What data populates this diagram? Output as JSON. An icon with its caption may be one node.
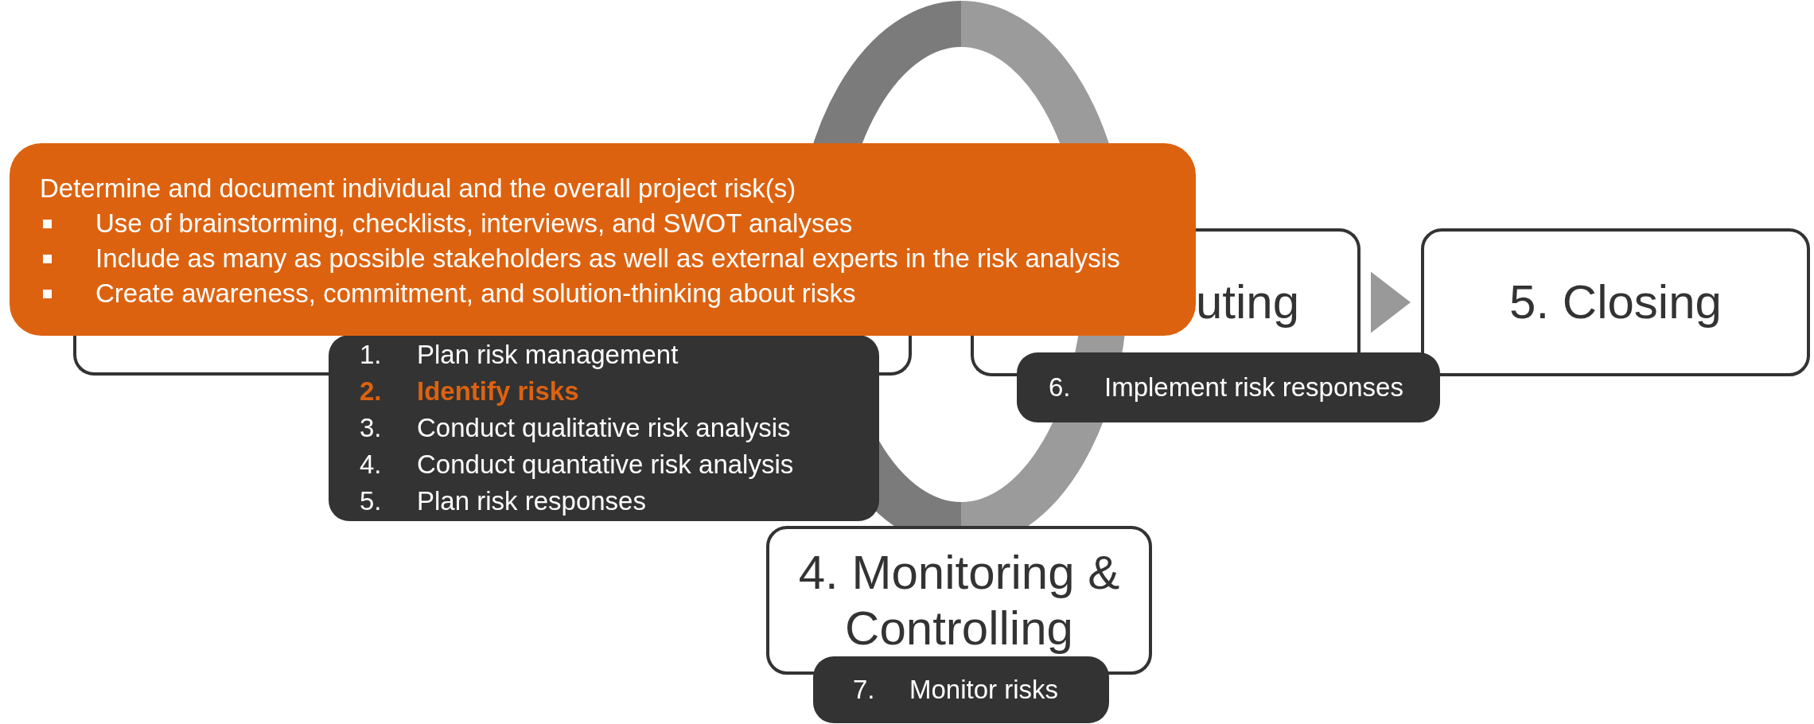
{
  "diagram": {
    "nodes": [
      {
        "text": [
          "Determine and document individual and the overall project risk(s)",
          "Use of brainstorming, checklists, interviews, and SWOT analyses",
          "Include as many as possible stakeholders as well as external experts in the risk analysis",
          "Create awareness, commitment, and solution-thinking about risks"
        ]
      },
      {
        "text": [],
        "shape": "box"
      },
      {
        "text": [
          "1.",
          "Plan risk management",
          "**2.**",
          "**Identify risks**",
          "3.",
          "Conduct qualitative risk analysis",
          "4.",
          "Conduct quantative risk analysis",
          "5.",
          "Plan risk responses"
        ]
      },
      {
        "text": [
          "uting"
        ]
      },
      {
        "text": [
          "5. Closing"
        ]
      },
      {
        "text": [
          "6.",
          "Implement risk responses"
        ]
      },
      {
        "text": [
          "4. Monitoring & Controlling"
        ]
      },
      {
        "text": [
          "7.",
          "Monitor risks"
        ]
      }
    ],
    "edges": [
      {
        "from": 3,
        "to": 4,
        "arrow": "to"
      }
    ]
  }
}
